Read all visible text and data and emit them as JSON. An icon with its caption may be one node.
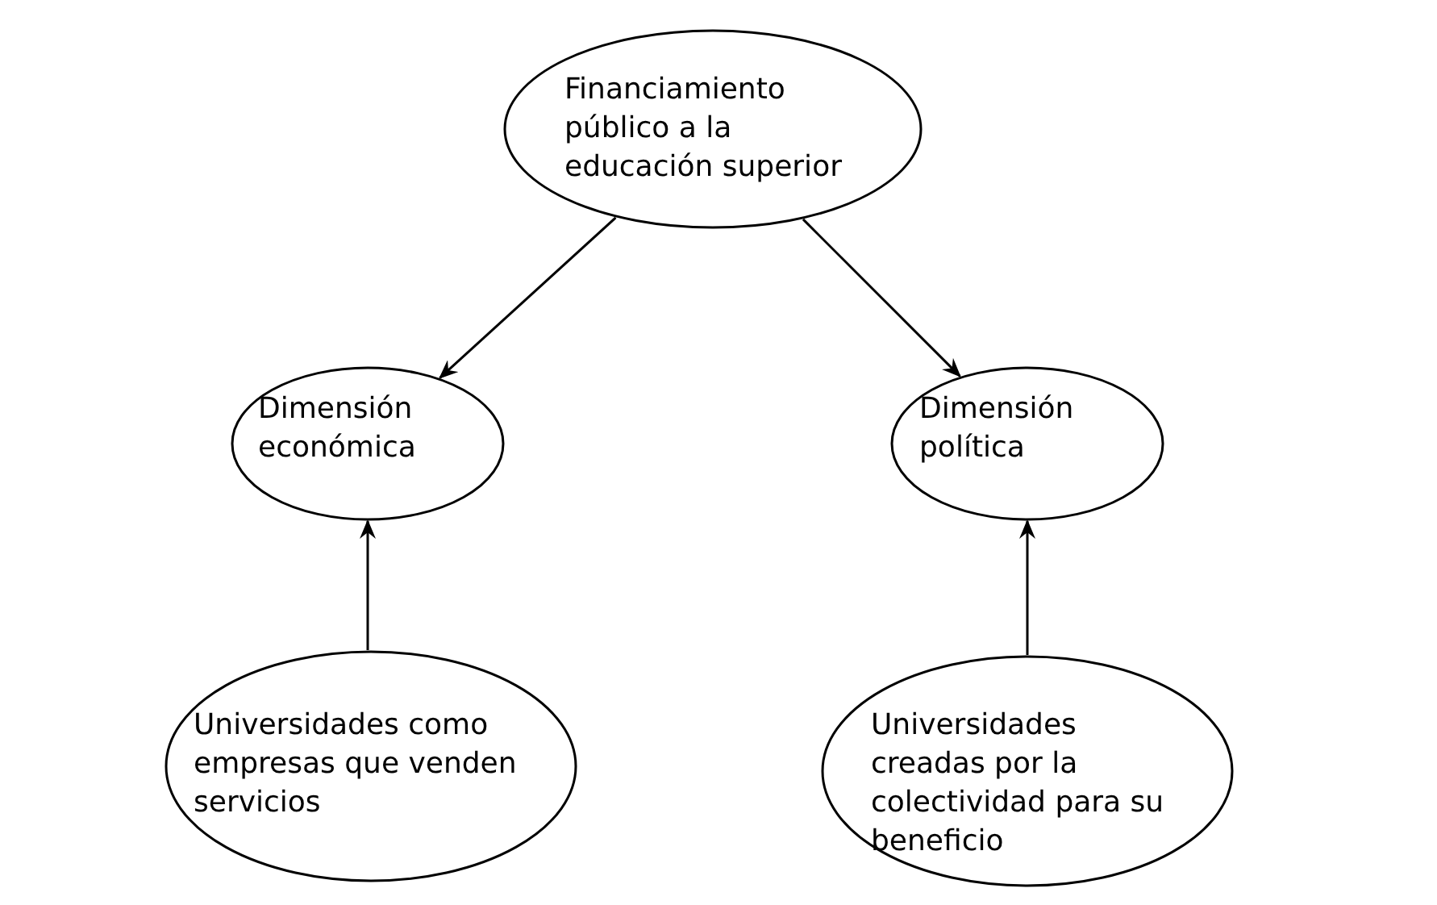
{
  "diagram": {
    "nodes": [
      {
        "text": [
          "Financiamiento público a la educación superior"
        ]
      },
      {
        "text": [
          "Dimensión económica"
        ]
      },
      {
        "text": [
          "Dimensión política"
        ]
      },
      {
        "text": [
          "Universidades como empresas que venden servicios"
        ]
      },
      {
        "text": [
          "Universidades creadas por la colectividad para su beneficio"
        ]
      }
    ],
    "edges": [
      {
        "from": 0,
        "to": 1,
        "arrow": "to"
      },
      {
        "from": 0,
        "to": 2,
        "arrow": "to"
      },
      {
        "from": 3,
        "to": 1,
        "arrow": "to"
      },
      {
        "from": 4,
        "to": 2,
        "arrow": "to"
      }
    ]
  }
}
